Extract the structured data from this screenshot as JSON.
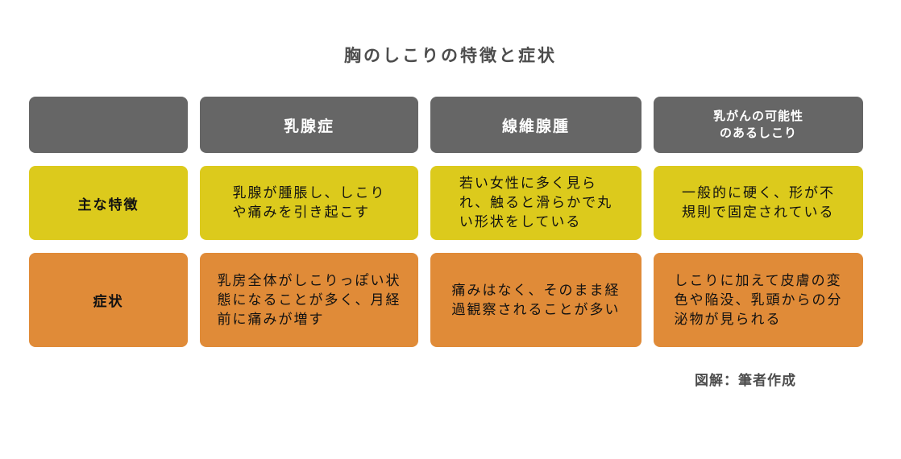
{
  "title": "胸のしこりの特徴と症状",
  "footer": "図解：筆者作成",
  "colors": {
    "header_bg": "#666666",
    "header_text": "#ffffff",
    "feature_bg": "#dcca1c",
    "symptom_bg": "#e08b38",
    "body_text": "#111111",
    "heading_text": "#4d4d4d"
  },
  "table": {
    "column_headers": [
      "",
      "乳腺症",
      "線維腺腫",
      "乳がんの可能性\nのあるしこり"
    ],
    "rows": [
      {
        "label": "主な特徴",
        "cells": [
          "乳腺が腫脹し、しこり\nや痛みを引き起こす",
          "若い女性に多く見ら\nれ、触ると滑らかで丸\nい形状をしている",
          "一般的に硬く、形が不\n規則で固定されている"
        ]
      },
      {
        "label": "症状",
        "cells": [
          "乳房全体がしこりっぽい状\n態になることが多く、月経\n前に痛みが増す",
          "痛みはなく、そのまま経\n過観察されることが多い",
          "しこりに加えて皮膚の変\n色や陥没、乳頭からの分\n泌物が見られる"
        ]
      }
    ]
  }
}
